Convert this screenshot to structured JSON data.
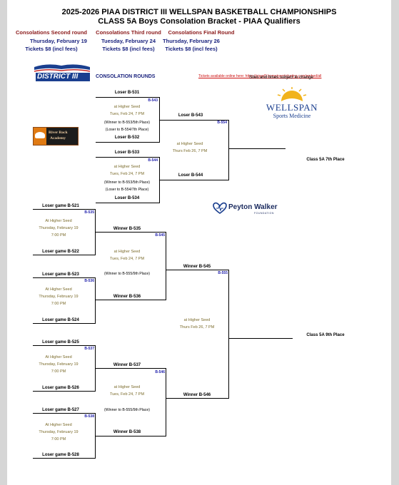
{
  "header": {
    "title": "2025-2026 PIAA DISTRICT III WELLSPAN BASKETBALL CHAMPIONSHIPS",
    "subtitle": "CLASS 5A Boys Consolation Bracket - PIAA Qualifiers"
  },
  "rounds": [
    {
      "name": "Consolations Second round",
      "date": "Thursday, February 19",
      "tickets": "Tickets $8 (incl fees)"
    },
    {
      "name": "Consolations Third round",
      "date": "Tuesday, February 24",
      "tickets": "Tickets $8 (incl fees)"
    },
    {
      "name": "Consolations Final Round",
      "date": "Thursday, February 26",
      "tickets": "Tickets $8 (incl fees)"
    }
  ],
  "logos": {
    "district": "DISTRICT III",
    "river_rock_line1": "River Rock",
    "river_rock_line2": "Academy",
    "wellspan_name": "WELLSPAN",
    "wellspan_sub": "Sports Medicine",
    "peyton_name": "Peyton Walker",
    "peyton_sub": "FOUNDATION"
  },
  "section_label": "CONSOLATION ROUNDS",
  "tickets_link": "Tickets available online here: https://piaad3.hometownticketing.com/embed/all",
  "sites_note": "Sites and times subject to change",
  "brk": {
    "upper": {
      "l531": "Loser B-531",
      "g543": "B-543",
      "s543": "at Higher Seed",
      "d543": "Tues, Feb 24, 7 PM",
      "w543": "(Winner to B-553/5th Place)",
      "x543": "(Loser to B-554/7th Place)",
      "l532": "Loser B-532",
      "l533": "Loser B-533",
      "g544": "B-544",
      "s544": "at Higher Seed",
      "d544": "Tues, Feb 24, 7 PM",
      "w544": "(Winner to B-553/5th Place)",
      "x544": "(Loser to B-554/7th Place)",
      "l534": "Loser B-534",
      "lo543": "Loser B-543",
      "g554": "B-554",
      "s554": "at Higher Seed",
      "d554": "Thurs Feb 26, 7 PM",
      "lo544": "Loser B-544",
      "p7": "Class 5A 7th Place"
    },
    "lower": {
      "l521": "Loser game B-521",
      "g535": "B-535",
      "s535": "At Higher Seed",
      "d535": "Thursday, February 19",
      "t535": "7:00 PM",
      "l522": "Loser game B-522",
      "l523": "Loser game B-523",
      "g536": "B-536",
      "s536": "At Higher Seed",
      "d536": "Thursday, February 19",
      "t536": "7:00 PM",
      "l524": "Loser game B-524",
      "l525": "Loser game B-525",
      "g537": "B-537",
      "s537": "At Higher Seed",
      "d537": "Thursday, February 19",
      "t537": "7:00 PM",
      "l526": "Loser game B-526",
      "l527": "Loser game B-527",
      "g538": "B-538",
      "s538": "At Higher Seed",
      "d538": "Thursday, February 19",
      "t538": "7:00 PM",
      "l528": "Loser game B-528",
      "w535": "Winner B-535",
      "g545": "B-545",
      "s545": "at Higher Seed",
      "d545": "Tues, Feb 24, 7 PM",
      "n545": "(Winner to B-555/9th Place)",
      "w536": "Winner B-536",
      "w537": "Winner B-537",
      "g546": "B-546",
      "s546": "at Higher Seed",
      "d546": "Tues, Feb 24, 7 PM",
      "n546": "(Winner to B-555/9th Place)",
      "w538": "Winner B-538",
      "wi545": "Winner B-545",
      "g555": "B-555",
      "s555": "at Higher Seed",
      "d555": "Thurs Feb 26, 7 PM",
      "wi546": "Winner B-546",
      "p9": "Class 5A 9th Place"
    }
  },
  "colors": {
    "sheet_bg": "#ffffff",
    "page_bg": "#d6d6d6",
    "maroon": "#8b1a1a",
    "navy": "#1a237e",
    "game_blue": "#1e1eaa",
    "site_olive": "#7a6a2a",
    "link_red": "#cc1111"
  }
}
